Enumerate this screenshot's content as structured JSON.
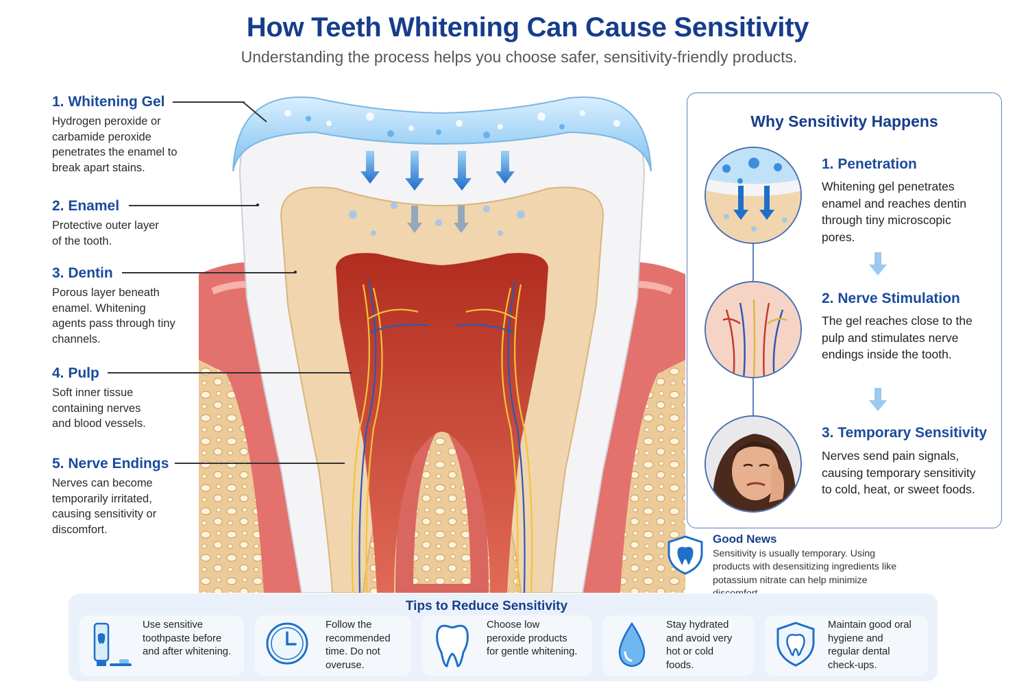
{
  "title": "How Teeth Whitening Can Cause Sensitivity",
  "subtitle": "Understanding the process helps you choose safer, sensitivity-friendly products.",
  "labels": [
    {
      "heading": "1. Whitening Gel",
      "text": "Hydrogen peroxide or carbamide peroxide penetrates the enamel to break apart stains."
    },
    {
      "heading": "2. Enamel",
      "text": "Protective outer layer of the tooth."
    },
    {
      "heading": "3. Dentin",
      "text": "Porous layer beneath enamel. Whitening agents pass through tiny channels."
    },
    {
      "heading": "4. Pulp",
      "text": "Soft inner tissue containing nerves and blood vessels."
    },
    {
      "heading": "5. Nerve Endings",
      "text": "Nerves can become temporarily irritated, causing sensitivity or discomfort."
    }
  ],
  "panel": {
    "title": "Why Sensitivity Happens",
    "steps": [
      {
        "heading": "1. Penetration",
        "text": "Whitening gel penetrates enamel and reaches dentin through tiny microscopic pores."
      },
      {
        "heading": "2. Nerve Stimulation",
        "text": "The gel reaches close to the pulp and stimulates nerve endings inside the tooth."
      },
      {
        "heading": "3. Temporary Sensitivity",
        "text": "Nerves send pain signals, causing temporary sensitivity to cold, heat, or sweet foods."
      }
    ]
  },
  "good_news": {
    "title": "Good News",
    "text": "Sensitivity is usually temporary. Using products with desensitizing ingredients like potassium nitrate can help minimize discomfort."
  },
  "tips": {
    "title": "Tips to Reduce Sensitivity",
    "items": [
      {
        "icon": "toothpaste-icon",
        "text": "Use sensitive toothpaste before and after whitening."
      },
      {
        "icon": "clock-icon",
        "text": "Follow the recommended time. Do not overuse."
      },
      {
        "icon": "tooth-icon",
        "text": "Choose low peroxide products for gentle whitening."
      },
      {
        "icon": "water-drop-icon",
        "text": "Stay hydrated and avoid very hot or cold foods."
      },
      {
        "icon": "shield-tooth-icon",
        "text": "Maintain good oral hygiene and regular dental check-ups."
      }
    ]
  },
  "colors": {
    "brand_blue": "#163d8c",
    "heading_blue": "#1a4a9c",
    "gum_red": "#e3716d",
    "pulp_red": "#c33a2a",
    "dentin": "#f1d5ae",
    "enamel": "#f4f4f6",
    "gel_blue": "#a9d7f3"
  }
}
